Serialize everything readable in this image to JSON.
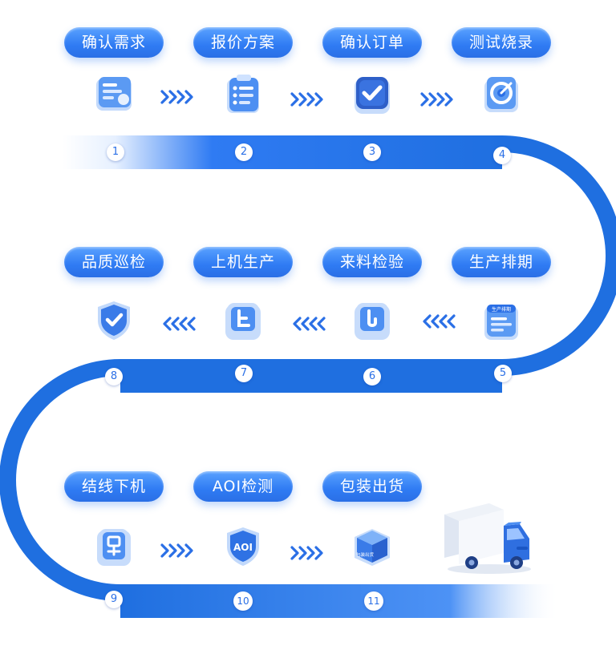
{
  "colors": {
    "primary": "#2f7bf3",
    "track": "#1f6fe0",
    "light": "#eaf3ff"
  },
  "steps": [
    {
      "num": "1",
      "label": "确认需求",
      "icon": "requirement-icon"
    },
    {
      "num": "2",
      "label": "报价方案",
      "icon": "clipboard-icon"
    },
    {
      "num": "3",
      "label": "确认订单",
      "icon": "checkmark-icon"
    },
    {
      "num": "4",
      "label": "测试烧录",
      "icon": "target-icon"
    },
    {
      "num": "5",
      "label": "生产排期",
      "icon": "schedule-icon"
    },
    {
      "num": "6",
      "label": "来料检验",
      "icon": "material-inspection-icon"
    },
    {
      "num": "7",
      "label": "上机生产",
      "icon": "machine-production-icon"
    },
    {
      "num": "8",
      "label": "品质巡检",
      "icon": "shield-check-icon"
    },
    {
      "num": "9",
      "label": "结线下机",
      "icon": "device-icon"
    },
    {
      "num": "10",
      "label": "AOI检测",
      "icon": "aoi-shield-icon"
    },
    {
      "num": "11",
      "label": "包装出货",
      "icon": "package-icon"
    }
  ],
  "badges": {
    "schedule_icon_text": "生产排期",
    "package_icon_text": "包装出货",
    "aoi_icon_text": "AOI"
  },
  "truck_icon": "delivery-truck-icon"
}
